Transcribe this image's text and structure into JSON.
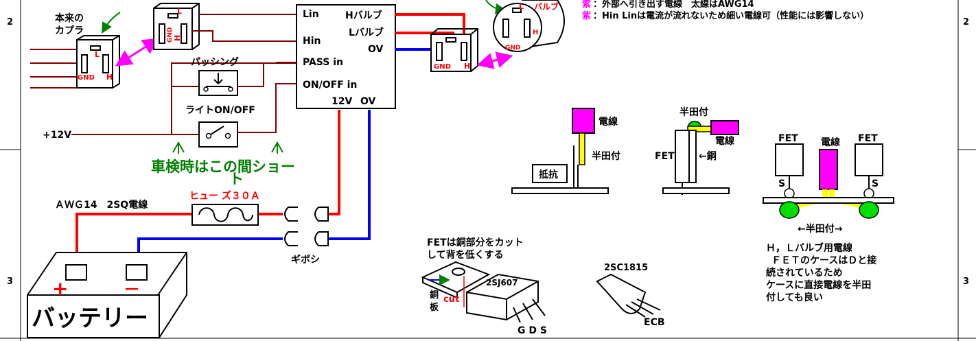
{
  "frame": {
    "row_labels": {
      "left_top": "2",
      "right_top": "2",
      "left_bottom": "3",
      "right_bottom": "3"
    }
  },
  "notes": {
    "line1_prefix": "紫",
    "line1": "：外部へ引き出す電線　太線はAWG14",
    "line2_prefix": "紫",
    "line2": "：Hin Linは電流が流れないため細い電線可（性能には影響しない）"
  },
  "connectors": {
    "original_label_line1": "本来の",
    "original_label_line2": "カプラ",
    "pin_l": "L",
    "pin_h": "H",
    "pin_gnd": "GND",
    "bulb_label": "バルブ"
  },
  "module": {
    "lin": "Lin",
    "hin": "Hin",
    "pass_in": "PASS in",
    "onoff_in": "ON/OFF in",
    "h_bulb": "Hバルブ",
    "l_bulb": "Lバルブ",
    "ov_out": "OV",
    "v12": "12V",
    "ov_in": "OV"
  },
  "switches": {
    "passing": "パッシング",
    "light": "ライトON/OFF",
    "plus12": "+12V"
  },
  "shaken": {
    "line1": "車検時はこの間ショー",
    "line2": "ト"
  },
  "power": {
    "fuse": "ヒュー ズ３０Ａ",
    "wire": "ＡＷＧ14　2SQ電線",
    "gibosi": "ギボシ",
    "battery": "バッテリー",
    "plus": "+",
    "minus": "－"
  },
  "fet_details": {
    "wire_a": "電線",
    "solder_a": "半田付",
    "resistor": "抵抗",
    "solder_b": "半田付",
    "wire_b": "電線",
    "fet_b": "FET",
    "copper_b": "←銅",
    "fet_c1": "FET",
    "wire_c": "電線",
    "fet_c2": "FET",
    "s1": "S",
    "s2": "S",
    "solder_c": "←半田付→",
    "note_1": "Ｈ，Ｌバルブ用電線",
    "note_2": "ＦＥＴのケースはＤと接",
    "note_3": "続されているため",
    "note_4": "ケースに直接電線を半田",
    "note_5": "付しても良い"
  },
  "transistors": {
    "cut_note_1": "FETは銅部分をカット",
    "cut_note_2": "して背を低くする",
    "copper_1": "銅",
    "copper_2": "板",
    "cut": "cut",
    "part_fet": "2SJ607",
    "pins_fet": "G D S",
    "part_tr": "2SC1815",
    "pins_tr": "ECB"
  },
  "colors": {
    "red": "#ff0000",
    "blue": "#0000ff",
    "brown": "#800000",
    "green": "#008000",
    "magenta": "#ff00ff",
    "yellow": "#ffff00",
    "lightgreen": "#00e000"
  }
}
